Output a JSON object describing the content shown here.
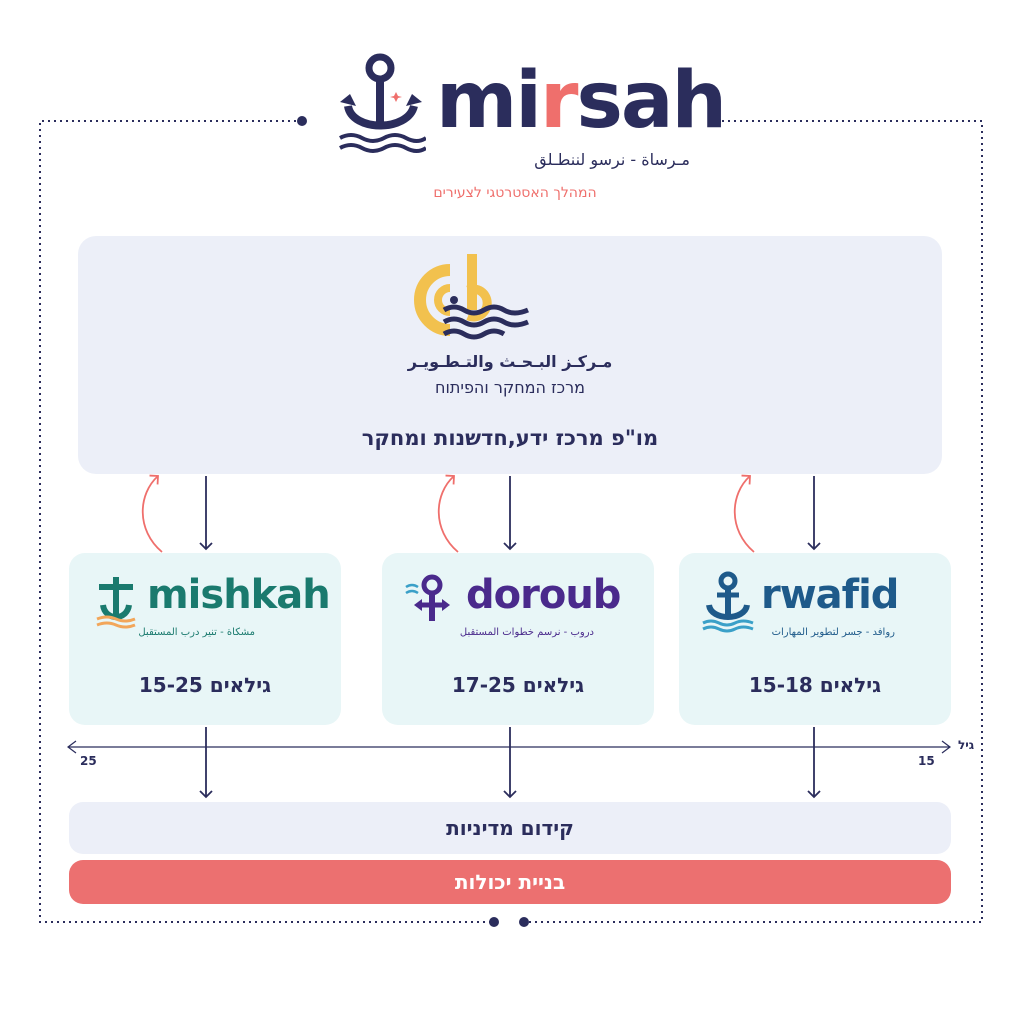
{
  "header": {
    "brand": "mirsah",
    "brand_pre": "mi",
    "brand_dot": "r",
    "brand_post": "sah",
    "subtitle": "مـرساة - نرسو لننطـلق",
    "tagline": "המהלך האסטרטגי לצעירים"
  },
  "research_center": {
    "arabic_name": "مـركـز البـحـث والتـطـويـر",
    "hebrew_name": "מרכז המחקר והפיתוח",
    "description": "מו\"פ מרכז ידע,חדשנות ומחקר",
    "logo_icon": "pd-waves-logo-icon"
  },
  "programs": [
    {
      "name": "mishkah",
      "tagline": "مشكاة - تنير درب المستقبل",
      "ages": "גילאים 15-25",
      "color": "#1a7a6e",
      "icon": "anchor-cross-icon"
    },
    {
      "name": "doroub",
      "tagline": "دروب - نرسم خطوات المستقبل",
      "ages": "גילאים 17-25",
      "color": "#4a2a8c",
      "icon": "crossroads-icon"
    },
    {
      "name": "rwafid",
      "tagline": "روافد - جسر لتطوير المهارات",
      "ages": "גילאים 15-18",
      "color": "#1e5a8a",
      "icon": "anchor-icon"
    }
  ],
  "age_axis": {
    "label": "גיל",
    "min": "15",
    "max": "25"
  },
  "outcomes": {
    "policy": "קידום מדיניות",
    "capacity": "בניית יכולות"
  },
  "colors": {
    "navy": "#2b2d5c",
    "coral": "#ef6f6c",
    "light_box": "#eceff8",
    "card_bg": "#e8f6f7",
    "gold": "#f2c14e"
  }
}
